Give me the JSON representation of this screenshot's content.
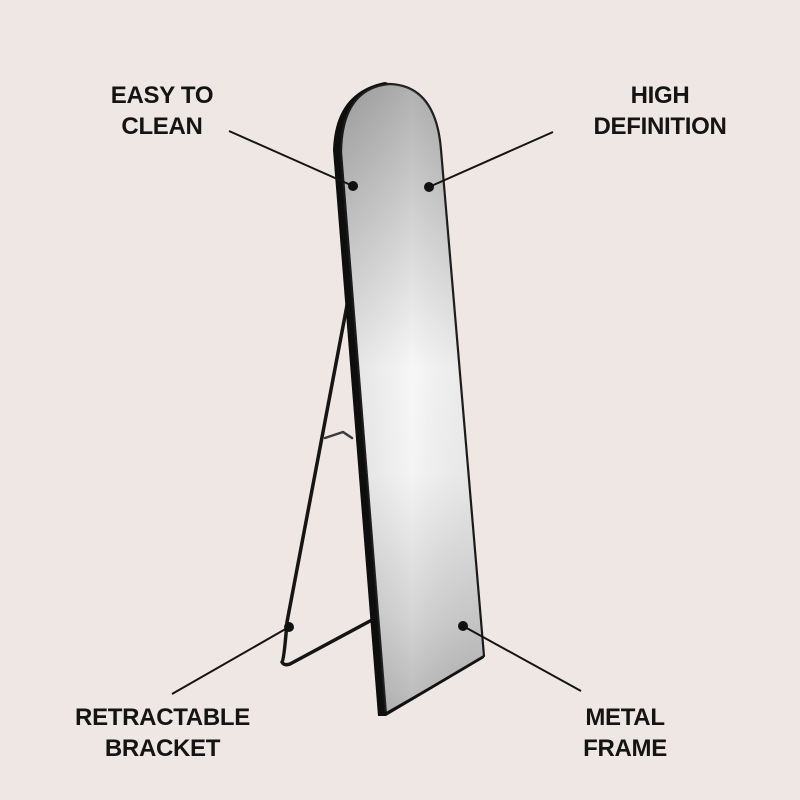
{
  "background_color": "#efe7e3",
  "product": "arched full-length floor mirror with black metal frame and stand",
  "callouts": [
    {
      "id": "easy-to-clean",
      "lines": [
        "EASY TO",
        "CLEAN"
      ],
      "position": "top-left"
    },
    {
      "id": "high-definition",
      "lines": [
        "HIGH",
        "DEFINITION"
      ],
      "position": "top-right"
    },
    {
      "id": "retractable-bracket",
      "lines": [
        "RETRACTABLE",
        "BRACKET"
      ],
      "position": "bottom-left"
    },
    {
      "id": "metal-frame",
      "lines": [
        "METAL",
        "FRAME"
      ],
      "position": "bottom-right"
    }
  ],
  "colors": {
    "frame": "#111111",
    "text": "#141414",
    "glass_light": "#f4f4f4",
    "glass_dark": "#a9a9a9"
  }
}
